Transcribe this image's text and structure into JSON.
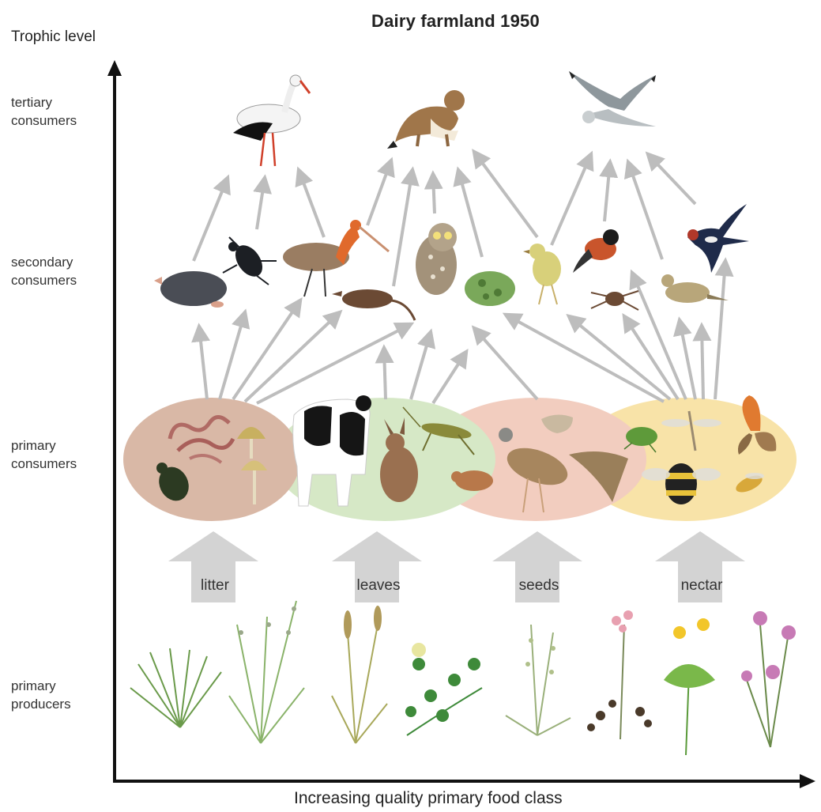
{
  "title": "Dairy farmland 1950",
  "y_axis_label": "Trophic level",
  "x_axis_label": "Increasing quality primary food class",
  "levels": {
    "tertiary": [
      "tertiary",
      "consumers"
    ],
    "secondary": [
      "secondary",
      "consumers"
    ],
    "primary": [
      "primary",
      "consumers"
    ],
    "producers": [
      "primary",
      "producers"
    ]
  },
  "food_classes": [
    "litter",
    "leaves",
    "seeds",
    "nectar"
  ],
  "colors": {
    "litter_group": "#d9b8a6",
    "leaves_group": "#d6e8c6",
    "seeds_group": "#f2cdbf",
    "nectar_group": "#f8e3a8",
    "arrow_grey": "#bdbdbd",
    "block_arrow": "#d3d3d3",
    "axis": "#111111"
  },
  "organisms": {
    "tertiary": [
      "stork-icon",
      "stoat-icon",
      "harrier-icon"
    ],
    "secondary": [
      "mole-icon",
      "beetle-icon",
      "godwit-icon",
      "shrew-icon",
      "owl-icon",
      "frog-icon",
      "chick-icon",
      "stonechat-icon",
      "spider-icon",
      "pipit-icon",
      "swallow-icon"
    ],
    "primary": [
      "earthworm-icon",
      "mushroom-icon",
      "dung-beetle-icon",
      "cow-icon",
      "hare-icon",
      "grasshopper-icon",
      "corncrake-icon",
      "vole-icon",
      "moth-icon",
      "aphid-icon",
      "butterfly-icon",
      "bumblebee-icon",
      "hoverfly-icon",
      "mosquito-icon"
    ],
    "producers": [
      "grass-tuft-icon",
      "meadow-grass-icon",
      "foxtail-icon",
      "clover-icon",
      "shepherds-purse-icon",
      "sorrel-icon",
      "buttercup-icon",
      "ragged-robin-icon"
    ]
  }
}
